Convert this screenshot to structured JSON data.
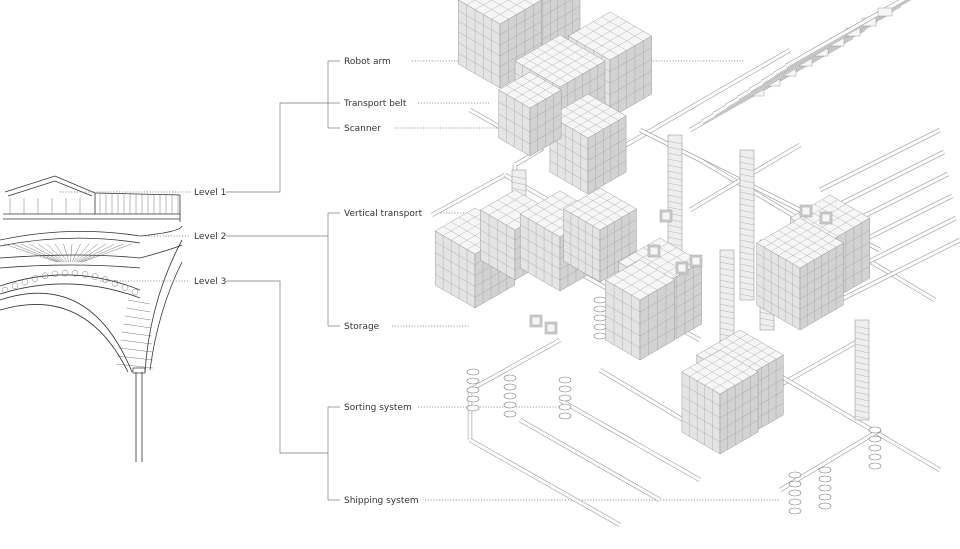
{
  "section_levels": [
    {
      "id": "level-1",
      "label": "Level 1"
    },
    {
      "id": "level-2",
      "label": "Level 2"
    },
    {
      "id": "level-3",
      "label": "Level 3"
    }
  ],
  "components": [
    {
      "id": "robot-arm",
      "label": "Robot arm"
    },
    {
      "id": "transport-belt",
      "label": "Transport belt"
    },
    {
      "id": "scanner",
      "label": "Scanner"
    },
    {
      "id": "vertical-transport",
      "label": "Vertical transport"
    },
    {
      "id": "storage",
      "label": "Storage"
    },
    {
      "id": "sorting-system",
      "label": "Sorting system"
    },
    {
      "id": "shipping-system",
      "label": "Shipping system"
    }
  ],
  "colors": {
    "line": "#333333",
    "leader": "#7a7a7a",
    "background": "#ffffff"
  }
}
